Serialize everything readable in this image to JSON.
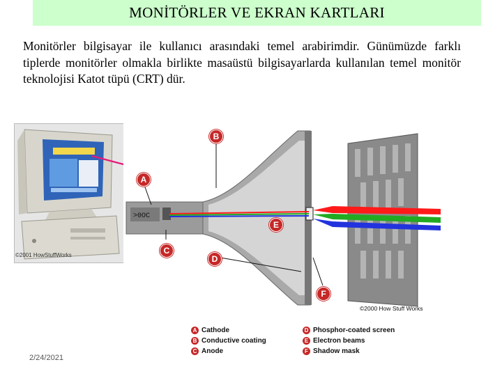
{
  "title": "MONİTÖRLER VE EKRAN KARTLARI",
  "intro": "Monitörler bilgisayar ile kullanıcı arasındaki temel arabirimdir. Günümüzde farklı tiplerde monitörler olmakla birlikte masaüstü bilgisayarlarda kullanılan temel monitör teknolojisi Katot tüpü (CRT) dür.",
  "photo_credit": "©2001 HowStuffWorks",
  "image_credit": "©2000 How Stuff Works",
  "tube_label": ">0OC",
  "callouts": [
    "A",
    "B",
    "C",
    "D",
    "E",
    "F"
  ],
  "legend": [
    {
      "letter": "A",
      "label": "Cathode"
    },
    {
      "letter": "B",
      "label": "Conductive coating"
    },
    {
      "letter": "C",
      "label": "Anode"
    },
    {
      "letter": "D",
      "label": "Phosphor-coated screen"
    },
    {
      "letter": "E",
      "label": "Electron beams"
    },
    {
      "letter": "F",
      "label": "Shadow mask"
    }
  ],
  "date": "2/24/2021",
  "colors": {
    "title_bg": "#ccffcc",
    "callout": "#c62828",
    "arrow": "#e6197a",
    "beam_red": "#ff1a1a",
    "beam_green": "#22aa22",
    "beam_blue": "#2233dd"
  }
}
